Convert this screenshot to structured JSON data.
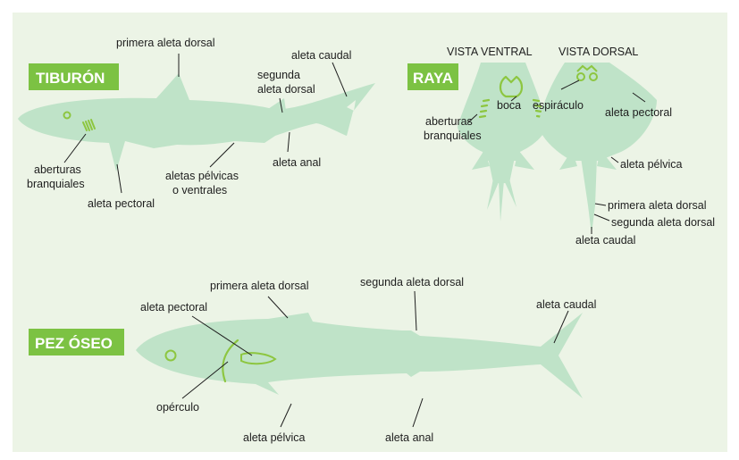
{
  "colors": {
    "panel": "#ecf4e6",
    "body": "#bfe3c8",
    "accent": "#8dc640",
    "tag_bg": "#7cc243",
    "tag_text": "#ffffff",
    "leader": "#1e1e1e"
  },
  "shark": {
    "tag": "TIBURÓN",
    "labels": {
      "first_dorsal": "primera aleta dorsal",
      "caudal": "aleta caudal",
      "second_dorsal_1": "segunda",
      "second_dorsal_2": "aleta dorsal",
      "gills_1": "aberturas",
      "gills_2": "branquiales",
      "pectoral": "aleta pectoral",
      "pelvic_1": "aletas pélvicas",
      "pelvic_2": "o ventrales",
      "anal": "aleta anal"
    }
  },
  "ray": {
    "tag": "RAYA",
    "ventral_title": "VISTA VENTRAL",
    "dorsal_title": "VISTA DORSAL",
    "labels": {
      "mouth": "boca",
      "gills_1": "aberturas",
      "gills_2": "branquiales",
      "spiracle": "espiráculo",
      "pectoral": "aleta pectoral",
      "pelvic": "aleta pélvica",
      "first_dorsal": "primera aleta dorsal",
      "second_dorsal": "segunda aleta dorsal",
      "caudal": "aleta caudal"
    }
  },
  "bony": {
    "tag": "PEZ ÓSEO",
    "labels": {
      "first_dorsal": "primera aleta dorsal",
      "second_dorsal": "segunda aleta dorsal",
      "caudal": "aleta caudal",
      "pectoral": "aleta pectoral",
      "operculum": "opérculo",
      "pelvic": "aleta pélvica",
      "anal": "aleta anal"
    }
  }
}
